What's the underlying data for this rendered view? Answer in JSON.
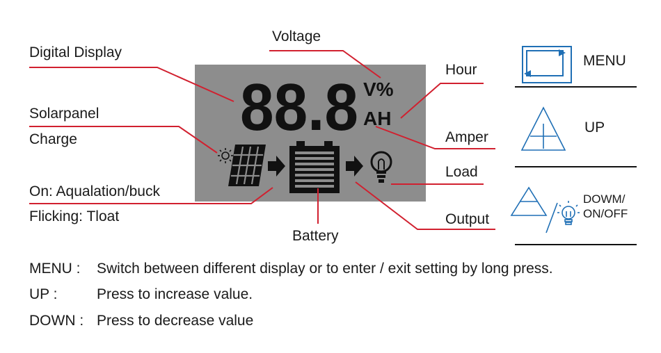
{
  "callouts": {
    "voltage": "Voltage",
    "digital_display": "Digital Display",
    "hour": "Hour",
    "solarpanel": "Solarpanel",
    "charge": "Charge",
    "amper": "Amper",
    "load": "Load",
    "on_mode": "On: Aqualation/buck",
    "flicking_mode": "Flicking: Tloat",
    "output": "Output",
    "battery": "Battery"
  },
  "lcd": {
    "digits": "88.8",
    "unit_top": "V%",
    "unit_bottom": "AH"
  },
  "buttons": {
    "menu": "MENU",
    "up": "UP",
    "down_line1": "DOWM/",
    "down_line2": "ON/OFF"
  },
  "descriptions": [
    {
      "key": "MENU :",
      "text": "Switch between different display or to enter / exit setting by long press."
    },
    {
      "key": "UP :",
      "text": "Press to increase value."
    },
    {
      "key": "DOWN :",
      "text": "Press to decrease value"
    }
  ],
  "colors": {
    "callout_line": "#d1202f",
    "lcd_background": "#8d8d8d",
    "lcd_segments": "#111111",
    "button_icon": "#1f6fb5"
  }
}
